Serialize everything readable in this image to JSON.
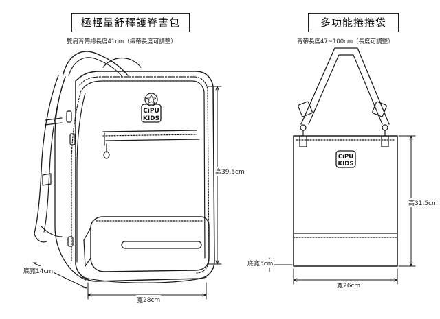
{
  "backpack": {
    "title": "極輕量舒釋護脊書包",
    "strap_note": "雙肩背帶總長度41cm（織帶長度可調整）",
    "height_label": "高39.5cm",
    "depth_label": "底寬14cm",
    "width_label": "寬28cm",
    "logo_line1": "CiPU",
    "logo_line2": "KIDS"
  },
  "tote": {
    "title": "多功能捲捲袋",
    "strap_note": "背帶長度47~100cm（長度可調整）",
    "height_label": "高31.5cm",
    "depth_label": "底寬5cm",
    "width_label": "寬26cm",
    "logo_line1": "CiPU",
    "logo_line2": "KIDS"
  },
  "colors": {
    "line": "#1a1a1a",
    "background": "#ffffff"
  }
}
